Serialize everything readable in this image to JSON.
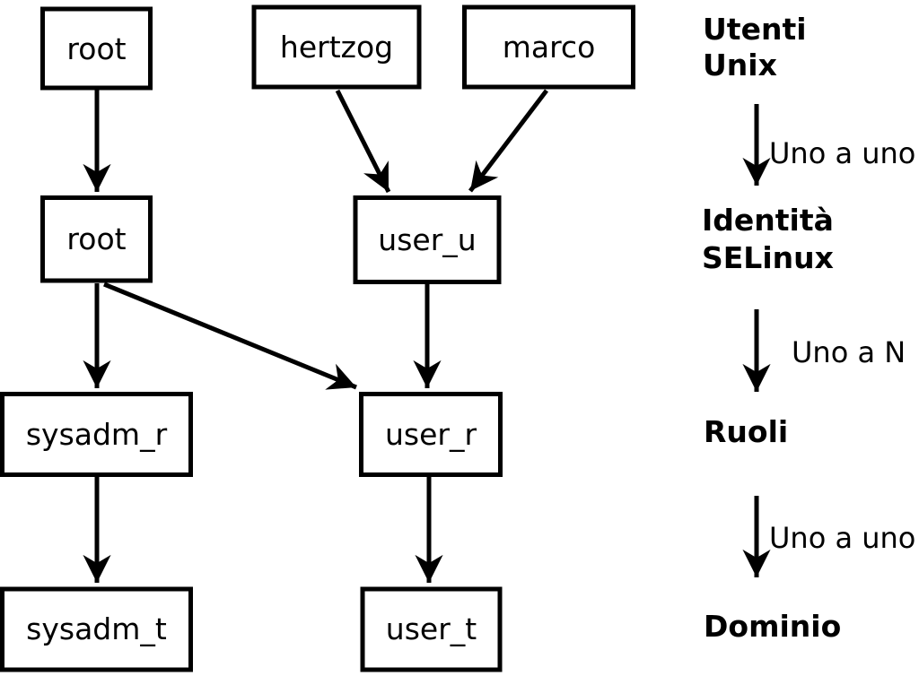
{
  "nodes": {
    "root_unix": "root",
    "hertzog": "hertzog",
    "marco": "marco",
    "root_selinux": "root",
    "user_u": "user_u",
    "sysadm_r": "sysadm_r",
    "user_r": "user_r",
    "sysadm_t": "sysadm_t",
    "user_t": "user_t"
  },
  "legend": {
    "users_unix": {
      "line1": "Utenti",
      "line2": "Unix"
    },
    "rel_users_identity": "Uno a uno",
    "identity_selinux": {
      "line1": "Identità",
      "line2": "SELinux"
    },
    "rel_identity_roles": "Uno a N",
    "roles": "Ruoli",
    "rel_roles_domain": "Uno a uno",
    "domain": "Dominio"
  },
  "colors": {
    "ink": "#000000",
    "background": "#ffffff"
  }
}
